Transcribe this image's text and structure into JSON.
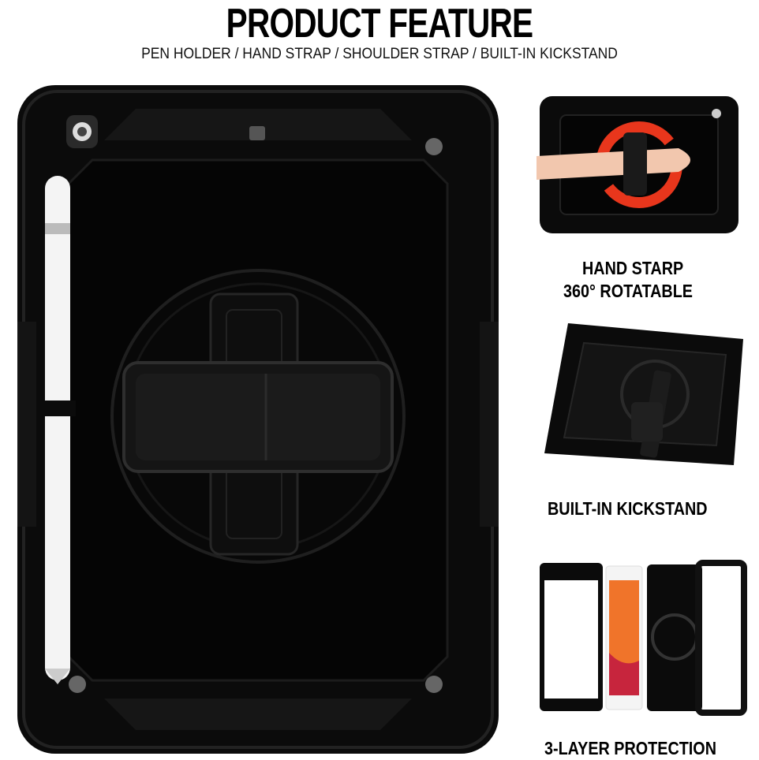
{
  "header": {
    "title": "PRODUCT FEATURE",
    "subtitle": "PEN HOLDER / HAND STRAP / SHOULDER STRAP / BUILT-IN KICKSTAND"
  },
  "features": [
    {
      "label_line1": "HAND STARP",
      "label_line2": "360° ROTATABLE"
    },
    {
      "label_line1": "BUILT-IN KICKSTAND"
    },
    {
      "label_line1": "3-LAYER PROTECTION"
    }
  ],
  "colors": {
    "case": "#0b0b0b",
    "case_edge": "#1e1e1e",
    "pen": "#f4f4f4",
    "arrow": "#e8361c",
    "screen_orange": "#f0742a"
  }
}
